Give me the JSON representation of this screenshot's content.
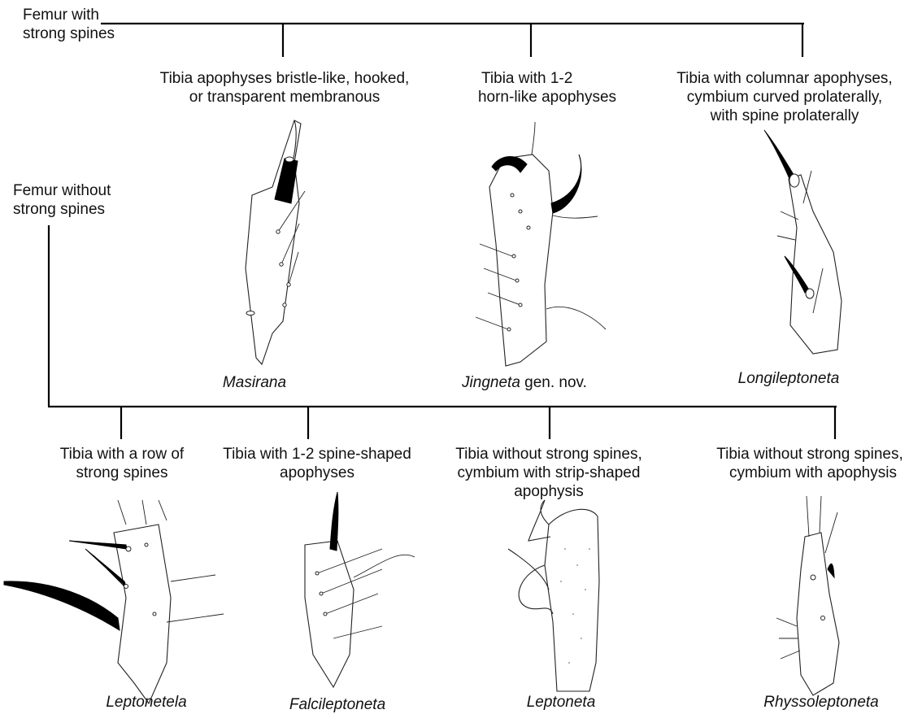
{
  "groups": {
    "top_label_line1": "Femur with",
    "top_label_line2": "strong spines",
    "bottom_label_line1": "Femur without",
    "bottom_label_line2": "strong spines"
  },
  "top_branches": [
    {
      "line1": "Tibia apophyses bristle-like, hooked,",
      "line2": "or transparent membranous",
      "line3": "",
      "genus": "Masirana",
      "genus_suffix": ""
    },
    {
      "line1": "Tibia with 1-2",
      "line2": "horn-like apophyses",
      "line3": "",
      "genus": "Jingneta",
      "genus_suffix": " gen. nov."
    },
    {
      "line1": "Tibia with columnar apophyses,",
      "line2": "cymbium curved prolaterally,",
      "line3": "with spine prolaterally",
      "genus": "Longileptoneta",
      "genus_suffix": ""
    }
  ],
  "bottom_branches": [
    {
      "line1": "Tibia with a row of",
      "line2": "strong spines",
      "line3": "",
      "genus": "Leptonetela"
    },
    {
      "line1": "Tibia with 1-2 spine-shaped",
      "line2": "apophyses",
      "line3": "",
      "genus": "Falcileptoneta"
    },
    {
      "line1": "Tibia without strong spines,",
      "line2": "cymbium with strip-shaped",
      "line3": "apophysis",
      "genus": "Leptoneta"
    },
    {
      "line1": "Tibia without strong spines,",
      "line2": "cymbium with apophysis",
      "line3": "",
      "genus": "Rhyssoleptoneta"
    }
  ]
}
